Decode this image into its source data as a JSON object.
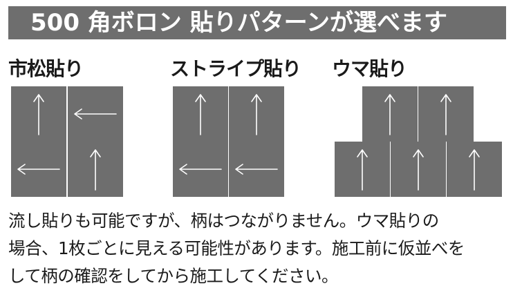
{
  "header": {
    "title": "500 角ボロン 貼りパターンが選べます"
  },
  "patterns": [
    {
      "label": "市松貼り",
      "tiles": [
        "up",
        "left",
        "left",
        "up"
      ]
    },
    {
      "label": "ストライプ貼り",
      "tiles": [
        "up",
        "up",
        "left",
        "left"
      ]
    },
    {
      "label": "ウマ貼り",
      "tiles": [
        "up",
        "up",
        "up",
        "up",
        "up"
      ]
    }
  ],
  "colors": {
    "tile": "#6e6e6e",
    "arrow": "#ffffff",
    "header_bg": "#6e6e6e"
  },
  "note": {
    "text": "流し貼りも可能ですが、柄はつながりません。ウマ貼りの\n場合、1枚ごとに見える可能性があります。施工前に仮並べを\nして柄の確認をしてから施工してください。"
  }
}
